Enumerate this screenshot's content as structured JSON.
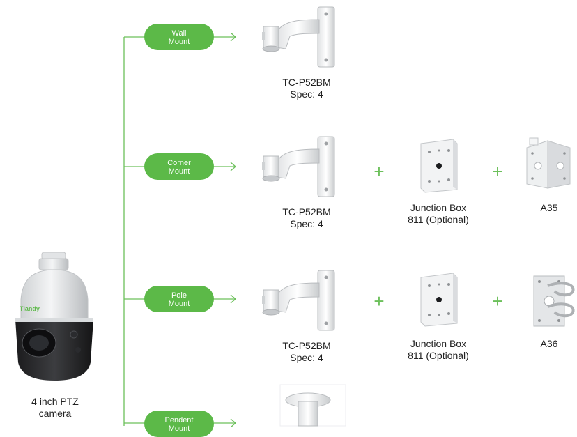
{
  "brand_colors": {
    "accent": "#5cb948",
    "line": "#6cc05b"
  },
  "camera": {
    "brand": "Tiandy",
    "caption": "4 inch PTZ\ncamera"
  },
  "mount_types": [
    {
      "label": "Wall\nMount"
    },
    {
      "label": "Corner\nMount"
    },
    {
      "label": "Pole\nMount"
    },
    {
      "label": "Pendent\nMount"
    }
  ],
  "products": {
    "wall_bracket": "TC-P52BM\nSpec: 4",
    "corner_bracket": "TC-P52BM\nSpec: 4",
    "corner_junction_box": "Junction Box\n811 (Optional)",
    "corner_adapter": "A35",
    "pole_bracket": "TC-P52BM\nSpec: 4",
    "pole_junction_box": "Junction Box\n811 (Optional)",
    "pole_adapter": "A36"
  },
  "plus_sign": "+"
}
